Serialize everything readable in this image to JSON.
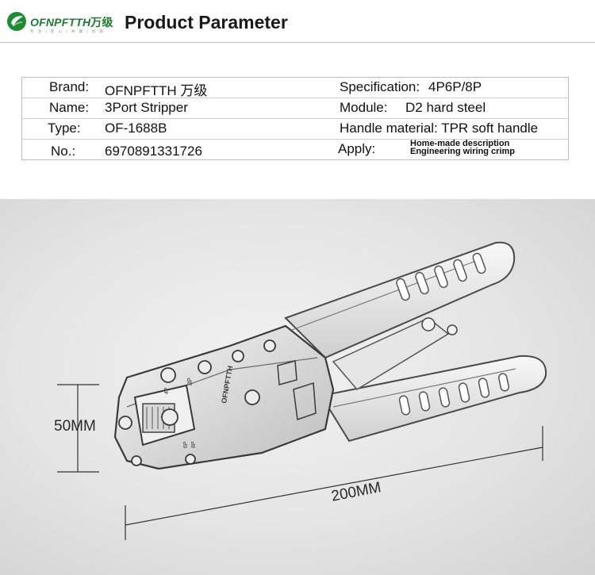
{
  "header": {
    "logo_text": "OFNPFTTH",
    "logo_cn": "万级",
    "logo_slogan": "专 注 | 匠 心 | 共 赢 | 创 新",
    "title": "Product Parameter"
  },
  "params": {
    "brand_label": "Brand:",
    "brand_value": "OFNPFTTH 万级",
    "spec_label": "Specification:",
    "spec_value": "4P6P/8P",
    "name_label": "Name:",
    "name_value": "3Port Stripper",
    "module_label": "Module:",
    "module_value": "D2 hard steel",
    "type_label": "Type:",
    "type_value": "OF-1688B",
    "handle_text": "Handle material: TPR soft handle",
    "no_label": "No.:",
    "no_value": "6970891331726",
    "apply_label": "Apply:",
    "apply_line1": "Home-made description",
    "apply_line2": "Engineering wiring crimp"
  },
  "photo": {
    "height_label": "50MM",
    "length_label": "200MM",
    "tool_brand": "OFNPFTTH",
    "port_labels": [
      "8P",
      "4P",
      "6P",
      "8P"
    ]
  }
}
